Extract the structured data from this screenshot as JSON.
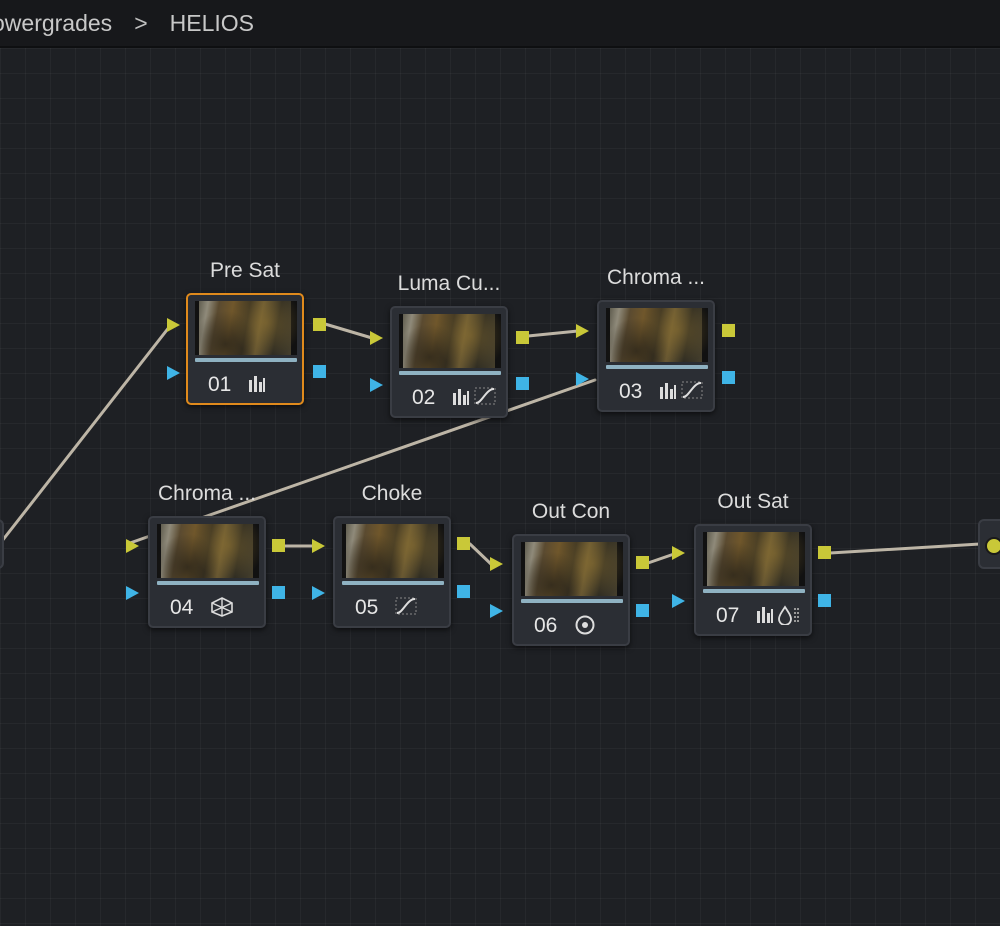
{
  "breadcrumb": {
    "items": [
      "owergrades",
      "HELIOS"
    ],
    "separator": ">"
  },
  "nodes": [
    {
      "id": "01",
      "label": "Pre Sat",
      "number": "01",
      "tools": [
        "curves-bars-icon"
      ],
      "selected": true
    },
    {
      "id": "02",
      "label": "Luma Cu...",
      "number": "02",
      "tools": [
        "curves-bars-icon",
        "custom-curve-icon"
      ]
    },
    {
      "id": "03",
      "label": "Chroma ...",
      "number": "03",
      "tools": [
        "curves-bars-icon",
        "custom-curve-icon"
      ]
    },
    {
      "id": "04",
      "label": "Chroma ...",
      "number": "04",
      "tools": [
        "qualifier-3d-icon"
      ]
    },
    {
      "id": "05",
      "label": "Choke",
      "number": "05",
      "tools": [
        "custom-curve-icon"
      ]
    },
    {
      "id": "06",
      "label": "Out Con",
      "number": "06",
      "tools": [
        "target-circle-icon"
      ]
    },
    {
      "id": "07",
      "label": "Out Sat",
      "number": "07",
      "tools": [
        "curves-bars-icon",
        "hsl-drop-icon"
      ]
    }
  ],
  "colors": {
    "rgb_port": "#c9c838",
    "key_port": "#3fb4e6",
    "selected_border": "#e08a1c",
    "link": "#bdb5a6"
  }
}
